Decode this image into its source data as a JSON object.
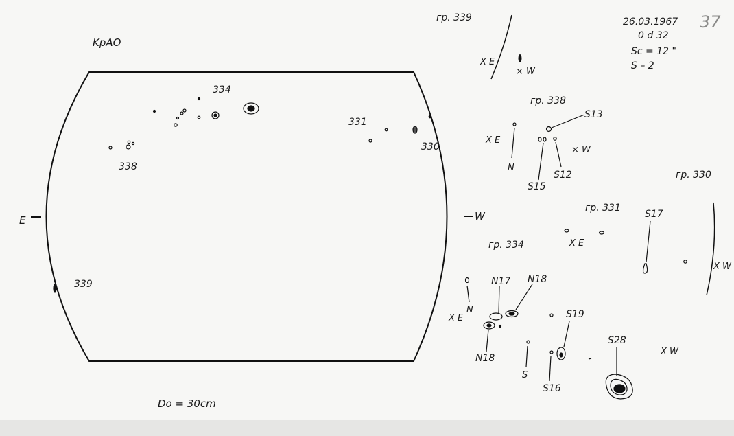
{
  "header": {
    "observatory": "KpAO",
    "date": "26.03.1967",
    "time": "0 d 32",
    "seeing": "Sc = 12 \"",
    "scale": "S – 2",
    "page_number": "37"
  },
  "disk": {
    "east": "E",
    "west": "W",
    "footer": "Do = 30cm",
    "group_labels": {
      "g334": "334",
      "g331": "331",
      "g330": "330",
      "g338": "338",
      "g339": "339"
    }
  },
  "details": {
    "g339": {
      "title": "гр. 339",
      "east": "X E",
      "west": "× W"
    },
    "g338": {
      "title": "гр. 338",
      "east": "X E",
      "west": "× W",
      "north": "N",
      "s13": "S13",
      "s12": "S12",
      "s15": "S15"
    },
    "g330": {
      "title": "гр. 330",
      "s17": "S17",
      "west": "X W"
    },
    "g331": {
      "title": "гр. 331",
      "east": "X E"
    },
    "g334": {
      "title": "гр. 334",
      "north": "N",
      "east": "X E",
      "west": "X W",
      "n17": "N17",
      "n18a": "N18",
      "n18b": "N18",
      "s": "S",
      "s16": "S16",
      "s19": "S19",
      "s28": "S28"
    }
  }
}
